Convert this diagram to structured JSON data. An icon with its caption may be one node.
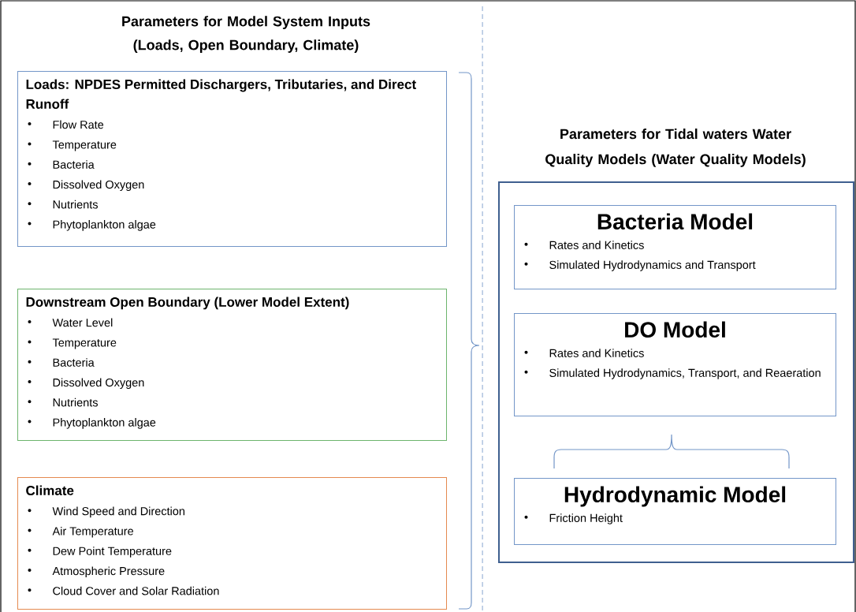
{
  "diagram": {
    "nodes": [
      {
        "text": [
          "Loads: NPDES Permitted Dischargers, Tributaries, and Direct Runoff",
          "Flow Rate",
          "Temperature",
          "Bacteria",
          "Dissolved Oxygen",
          "Nutrients",
          "Phytoplankton algae"
        ]
      },
      {
        "text": [
          "Downstream Open Boundary (Lower Model Extent)",
          "Water Level",
          "Temperature",
          "Bacteria",
          "Dissolved Oxygen",
          "Nutrients",
          "Phytoplankton algae"
        ]
      },
      {
        "text": [
          "Climate",
          "Wind Speed and Direction",
          "Air Temperature",
          "Dew Point Temperature",
          "Atmospheric Pressure",
          "Cloud Cover and Solar Radiation"
        ]
      },
      {
        "text": [
          "Parameters for Tidal waters Water Quality Models (Water Quality Models)"
        ]
      },
      {
        "text": [
          "Bacteria Model",
          "Rates and Kinetics",
          "Simulated Hydrodynamics and Transport"
        ],
        "in": 3
      },
      {
        "text": [
          "DO Model",
          "Rates and Kinetics",
          "Simulated Hydrodynamics, Transport, and Reaeration"
        ],
        "in": 3
      },
      {
        "text": [
          "Hydrodynamic Model",
          "Friction Height"
        ],
        "in": 3
      }
    ],
    "labels": [
      "Parameters for Model System Inputs (Loads, Open Boundary, Climate)"
    ]
  }
}
